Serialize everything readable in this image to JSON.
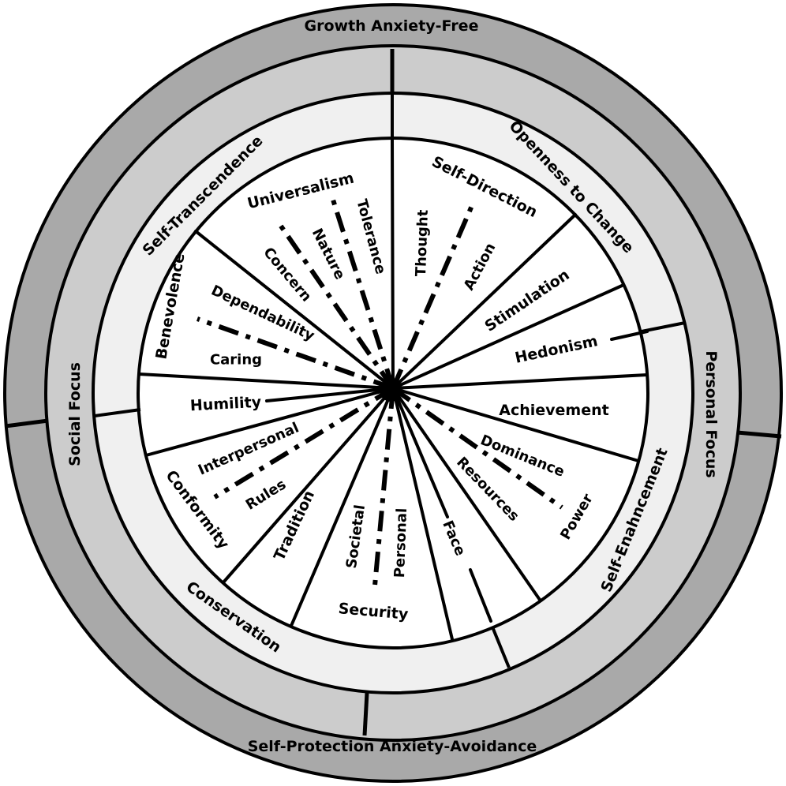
{
  "colors": {
    "outer_ring": "#a9a9a9",
    "middle_ring": "#cccccc",
    "inner_ring": "#f0f0f0",
    "core": "#ffffff",
    "line": "#000000"
  },
  "outer_ring": {
    "top": "Growth Anxiety-Free",
    "bottom": "Self-Protection Anxiety-Avoidance",
    "left": "Social Focus",
    "right": "Personal Focus"
  },
  "higher_order": {
    "self_transcendence": "Self-Transcendence",
    "openness": "Openness to Change",
    "self_enhancement": "Self-Enahncement",
    "conservation": "Conservation"
  },
  "values": {
    "universalism": "Universalism",
    "tolerance": "Tolerance",
    "nature": "Nature",
    "concern": "Concern",
    "benevolence": "Benevolence",
    "dependability": "Dependability",
    "caring": "Caring",
    "self_direction": "Self-Direction",
    "thought": "Thought",
    "action": "Action",
    "stimulation": "Stimulation",
    "hedonism": "Hedonism",
    "achievement": "Achievement",
    "dominance": "Dominance",
    "resources": "Resources",
    "power": "Power",
    "face": "Face",
    "security": "Security",
    "societal": "Societal",
    "personal": "Personal",
    "tradition": "Tradition",
    "conformity": "Conformity",
    "interpersonal": "Interpersonal",
    "rules": "Rules",
    "humility": "Humility"
  }
}
